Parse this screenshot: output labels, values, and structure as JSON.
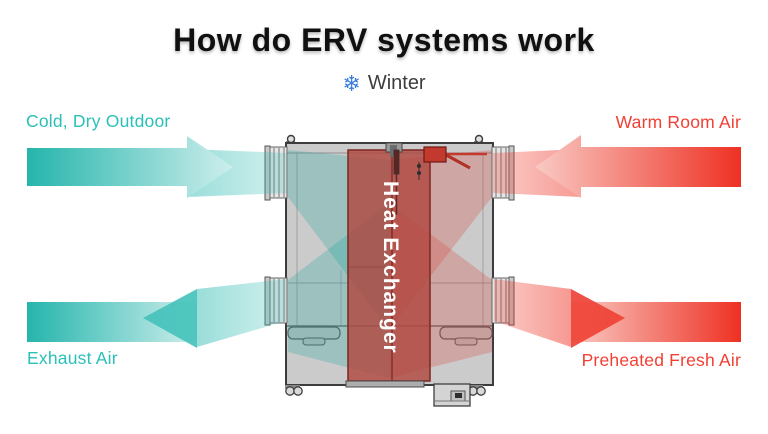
{
  "title": "How do ERV systems work",
  "season": {
    "label": "Winter",
    "icon": "snowflake"
  },
  "flows": {
    "top_left": {
      "label": "Cold, Dry Outdoor",
      "direction": "right-into-unit",
      "color": "#2bc0b8"
    },
    "top_right": {
      "label": "Warm Room Air",
      "direction": "left-into-unit",
      "color": "#f23f33"
    },
    "bottom_left": {
      "label": "Exhaust Air",
      "direction": "left-out-of-unit",
      "color": "#2bc0b8"
    },
    "bottom_right": {
      "label": "Preheated Fresh Air",
      "direction": "right-out-of-unit",
      "color": "#f23f33"
    }
  },
  "unit": {
    "label": "Heat Exchanger",
    "body_color": "#cbcbcb",
    "exchanger_band_color": "#b04840"
  },
  "colors": {
    "background": "#ffffff",
    "teal": "#25b5ac",
    "teal_light": "#cdeeec",
    "red": "#ee3123",
    "red_light": "#f9cac4",
    "snowflake_blue": "#3b7ce0",
    "title_text": "#101010",
    "season_text": "#3d3d3d"
  }
}
